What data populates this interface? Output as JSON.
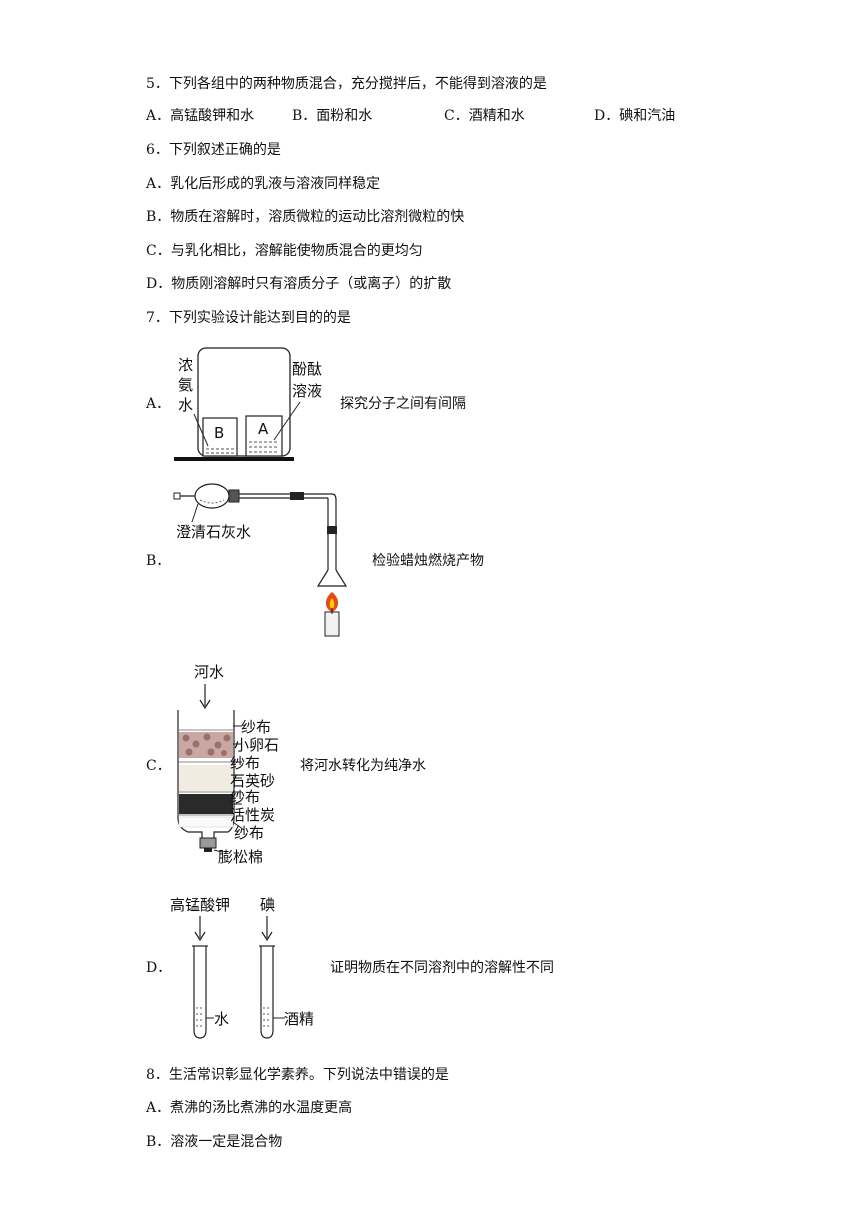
{
  "q5": {
    "stem": "5．下列各组中的两种物质混合，充分搅拌后，不能得到溶液的是",
    "options": [
      "A．高锰酸钾和水",
      "B．面粉和水",
      "C．酒精和水",
      "D．碘和汽油"
    ]
  },
  "q6": {
    "stem": "6．下列叙述正确的是",
    "options": [
      "A．乳化后形成的乳液与溶液同样稳定",
      "B．物质在溶解时，溶质微粒的运动比溶剂微粒的快",
      "C．与乳化相比，溶解能使物质混合的更均匀",
      "D．物质刚溶解时只有溶质分子（或离子）的扩散"
    ]
  },
  "q7": {
    "stem": "7．下列实验设计能达到目的的是",
    "a": {
      "letter": "A．",
      "caption": "探究分子之间有间隔",
      "fig": {
        "left_label": [
          "浓",
          "氨",
          "水"
        ],
        "right_label": [
          "酚酞",
          "溶液"
        ],
        "beaker_b": "B",
        "beaker_a": "A"
      }
    },
    "b": {
      "letter": "B．",
      "caption": "检验蜡烛燃烧产物",
      "fig": {
        "label": "澄清石灰水"
      }
    },
    "c": {
      "letter": "C．",
      "caption": "将河水转化为纯净水",
      "fig": {
        "top": "河水",
        "layers": [
          "纱布",
          "小卵石",
          "纱布",
          "石英砂",
          "纱布",
          "活性炭",
          "纱布"
        ],
        "bottom": "膨松棉"
      }
    },
    "d": {
      "letter": "D．",
      "caption": "证明物质在不同溶剂中的溶解性不同",
      "fig": {
        "left_top": "高锰酸钾",
        "right_top": "碘",
        "left_liquid": "水",
        "right_liquid": "酒精"
      }
    }
  },
  "q8": {
    "stem": "8．生活常识彰显化学素养。下列说法中错误的是",
    "options": [
      "A．煮沸的汤比煮沸的水温度更高",
      "B．溶液一定是混合物"
    ]
  }
}
